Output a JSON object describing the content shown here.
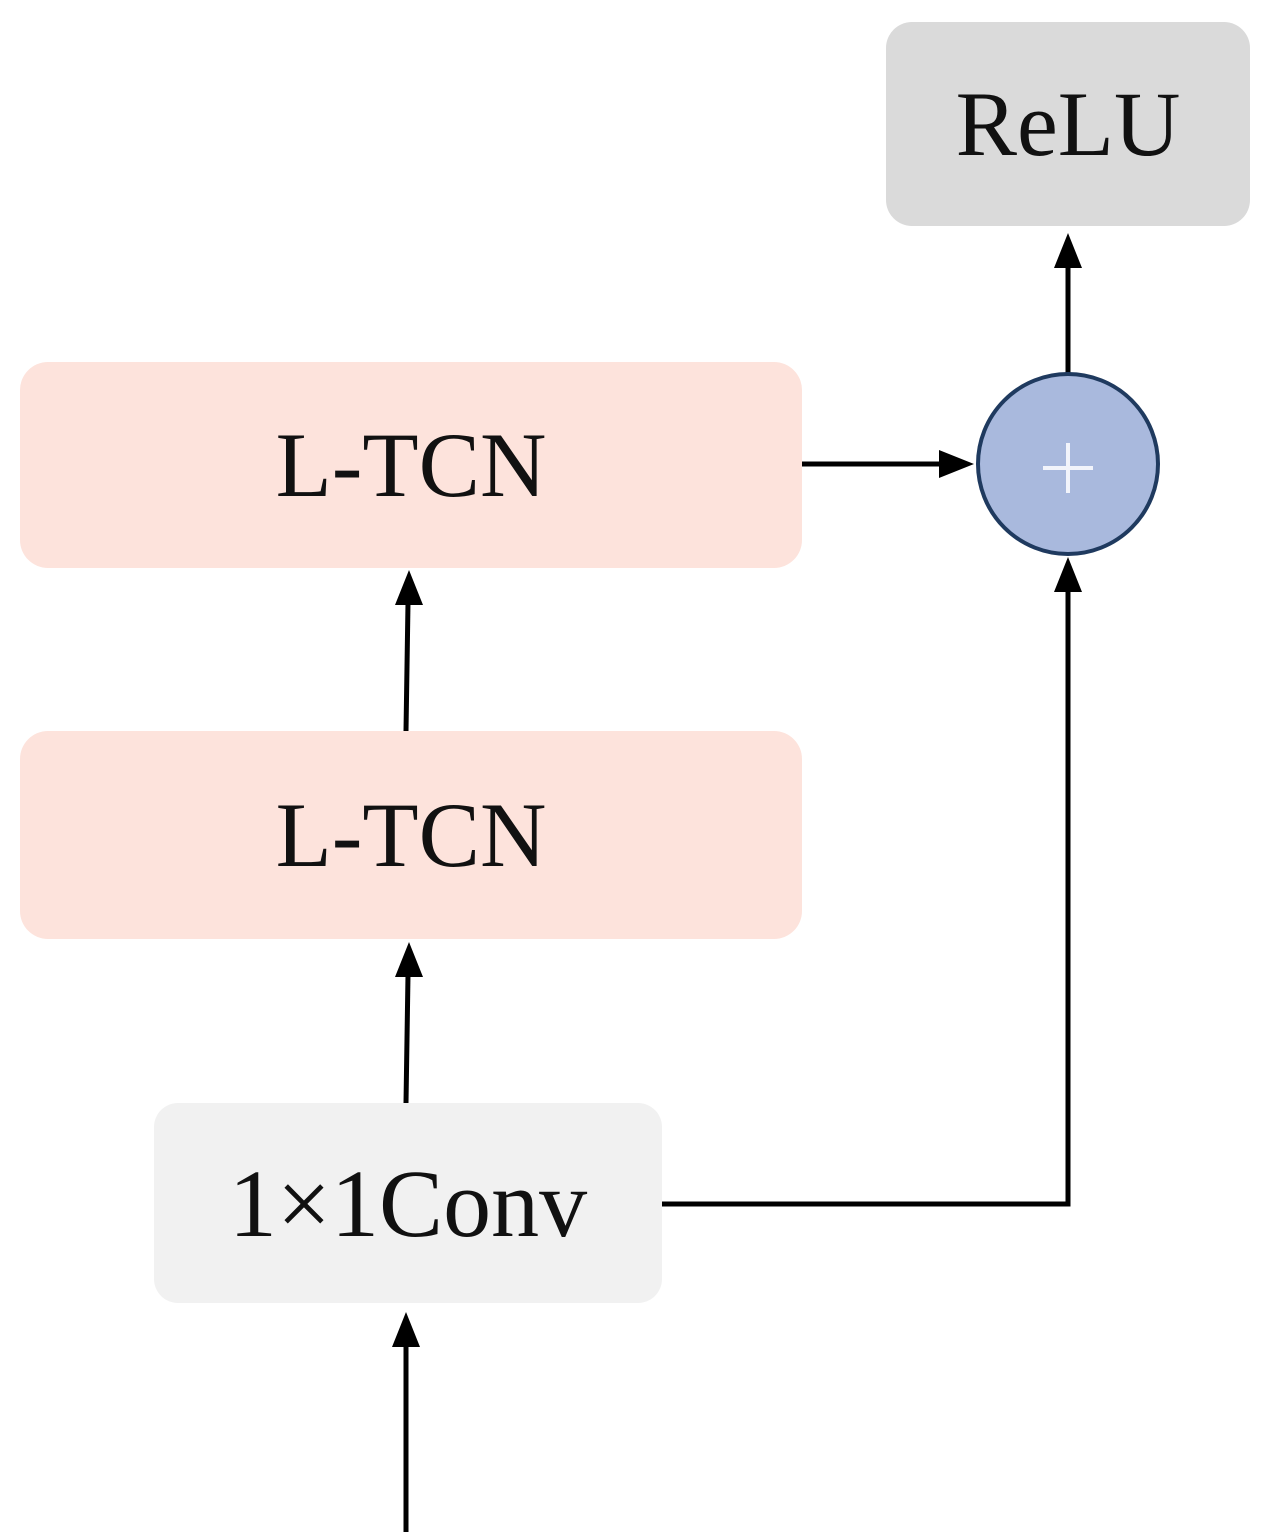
{
  "diagram": {
    "nodes": {
      "relu": {
        "label": "ReLU"
      },
      "ltcn_top": {
        "label": "L-TCN"
      },
      "ltcn_bottom": {
        "label": "L-TCN"
      },
      "conv": {
        "label": "1×1Conv"
      },
      "sum": {
        "symbol": "+",
        "icon": "plus-icon"
      }
    },
    "edges": [
      {
        "from": "input",
        "to": "conv"
      },
      {
        "from": "conv",
        "to": "ltcn_bottom"
      },
      {
        "from": "ltcn_bottom",
        "to": "ltcn_top"
      },
      {
        "from": "ltcn_top",
        "to": "sum"
      },
      {
        "from": "conv",
        "to": "sum",
        "kind": "skip-connection"
      },
      {
        "from": "sum",
        "to": "relu"
      }
    ],
    "colors": {
      "ltcn_fill": "#fde3dc",
      "relu_fill": "#dadada",
      "conv_fill": "#f1f1f1",
      "sum_fill": "#a9b9dd",
      "sum_stroke": "#1f3a5f",
      "arrow": "#000000"
    }
  }
}
